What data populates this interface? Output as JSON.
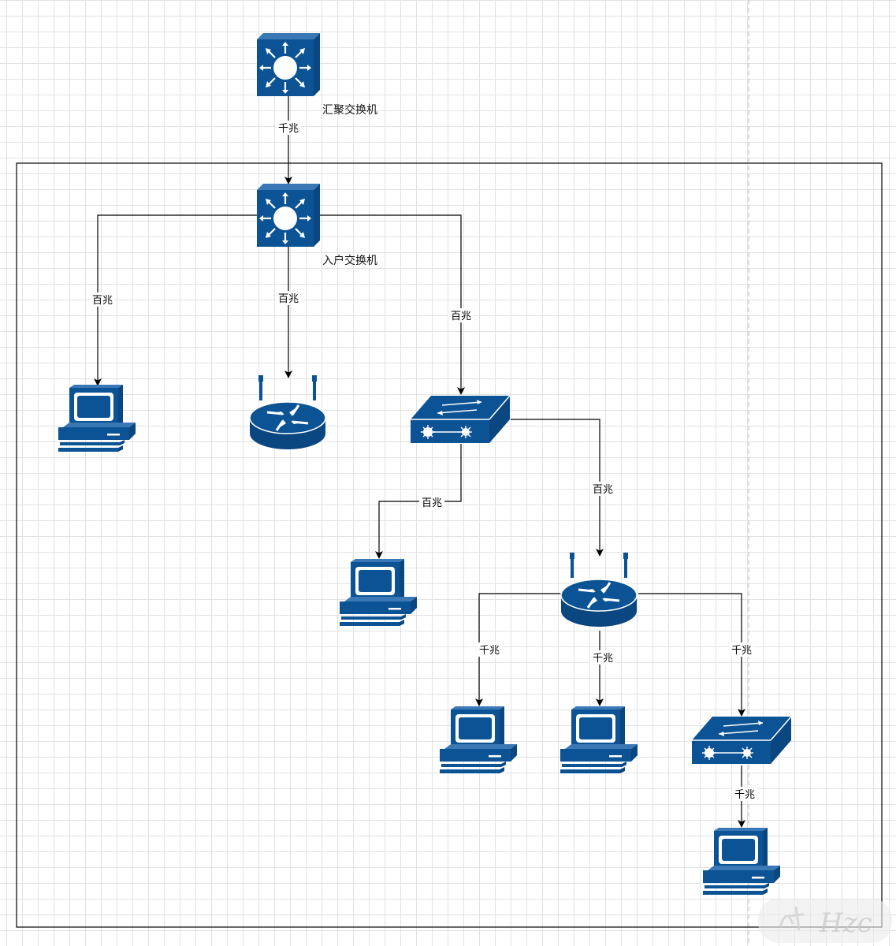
{
  "colors": {
    "device_fill": "#0b5394",
    "device_side": "#0a4680",
    "edge": "#000000",
    "canvas_grid": "#e2e2e2",
    "page_guide": "#bfbfbf"
  },
  "nodes": [
    {
      "id": "agg-switch",
      "type": "layer3-switch",
      "icon": "layer3-switch-icon",
      "label": "汇聚交换机"
    },
    {
      "id": "access-switch",
      "type": "layer3-switch",
      "icon": "layer3-switch-icon",
      "label": "入户交换机"
    },
    {
      "id": "pc-1",
      "type": "pc",
      "icon": "pc-icon",
      "label": ""
    },
    {
      "id": "router-1",
      "type": "wireless-router",
      "icon": "wireless-router-icon",
      "label": ""
    },
    {
      "id": "switch-1",
      "type": "switch",
      "icon": "switch-icon",
      "label": ""
    },
    {
      "id": "pc-2",
      "type": "pc",
      "icon": "pc-icon",
      "label": ""
    },
    {
      "id": "router-2",
      "type": "wireless-router",
      "icon": "wireless-router-icon",
      "label": ""
    },
    {
      "id": "pc-3",
      "type": "pc",
      "icon": "pc-icon",
      "label": ""
    },
    {
      "id": "pc-4",
      "type": "pc",
      "icon": "pc-icon",
      "label": ""
    },
    {
      "id": "switch-2",
      "type": "switch",
      "icon": "switch-icon",
      "label": ""
    },
    {
      "id": "pc-5",
      "type": "pc",
      "icon": "pc-icon",
      "label": ""
    }
  ],
  "edges": [
    {
      "id": "e1",
      "from": "agg-switch",
      "to": "access-switch",
      "label": "千兆"
    },
    {
      "id": "e2",
      "from": "access-switch",
      "to": "pc-1",
      "label": "百兆"
    },
    {
      "id": "e3",
      "from": "access-switch",
      "to": "router-1",
      "label": "百兆"
    },
    {
      "id": "e4",
      "from": "access-switch",
      "to": "switch-1",
      "label": "百兆"
    },
    {
      "id": "e5",
      "from": "switch-1",
      "to": "pc-2",
      "label": "百兆"
    },
    {
      "id": "e6",
      "from": "switch-1",
      "to": "router-2",
      "label": "百兆"
    },
    {
      "id": "e7",
      "from": "router-2",
      "to": "pc-3",
      "label": "千兆"
    },
    {
      "id": "e8",
      "from": "router-2",
      "to": "pc-4",
      "label": "千兆"
    },
    {
      "id": "e9",
      "from": "router-2",
      "to": "switch-2",
      "label": "千兆"
    },
    {
      "id": "e10",
      "from": "switch-2",
      "to": "pc-5",
      "label": "千兆"
    }
  ],
  "watermark": "Hzc"
}
